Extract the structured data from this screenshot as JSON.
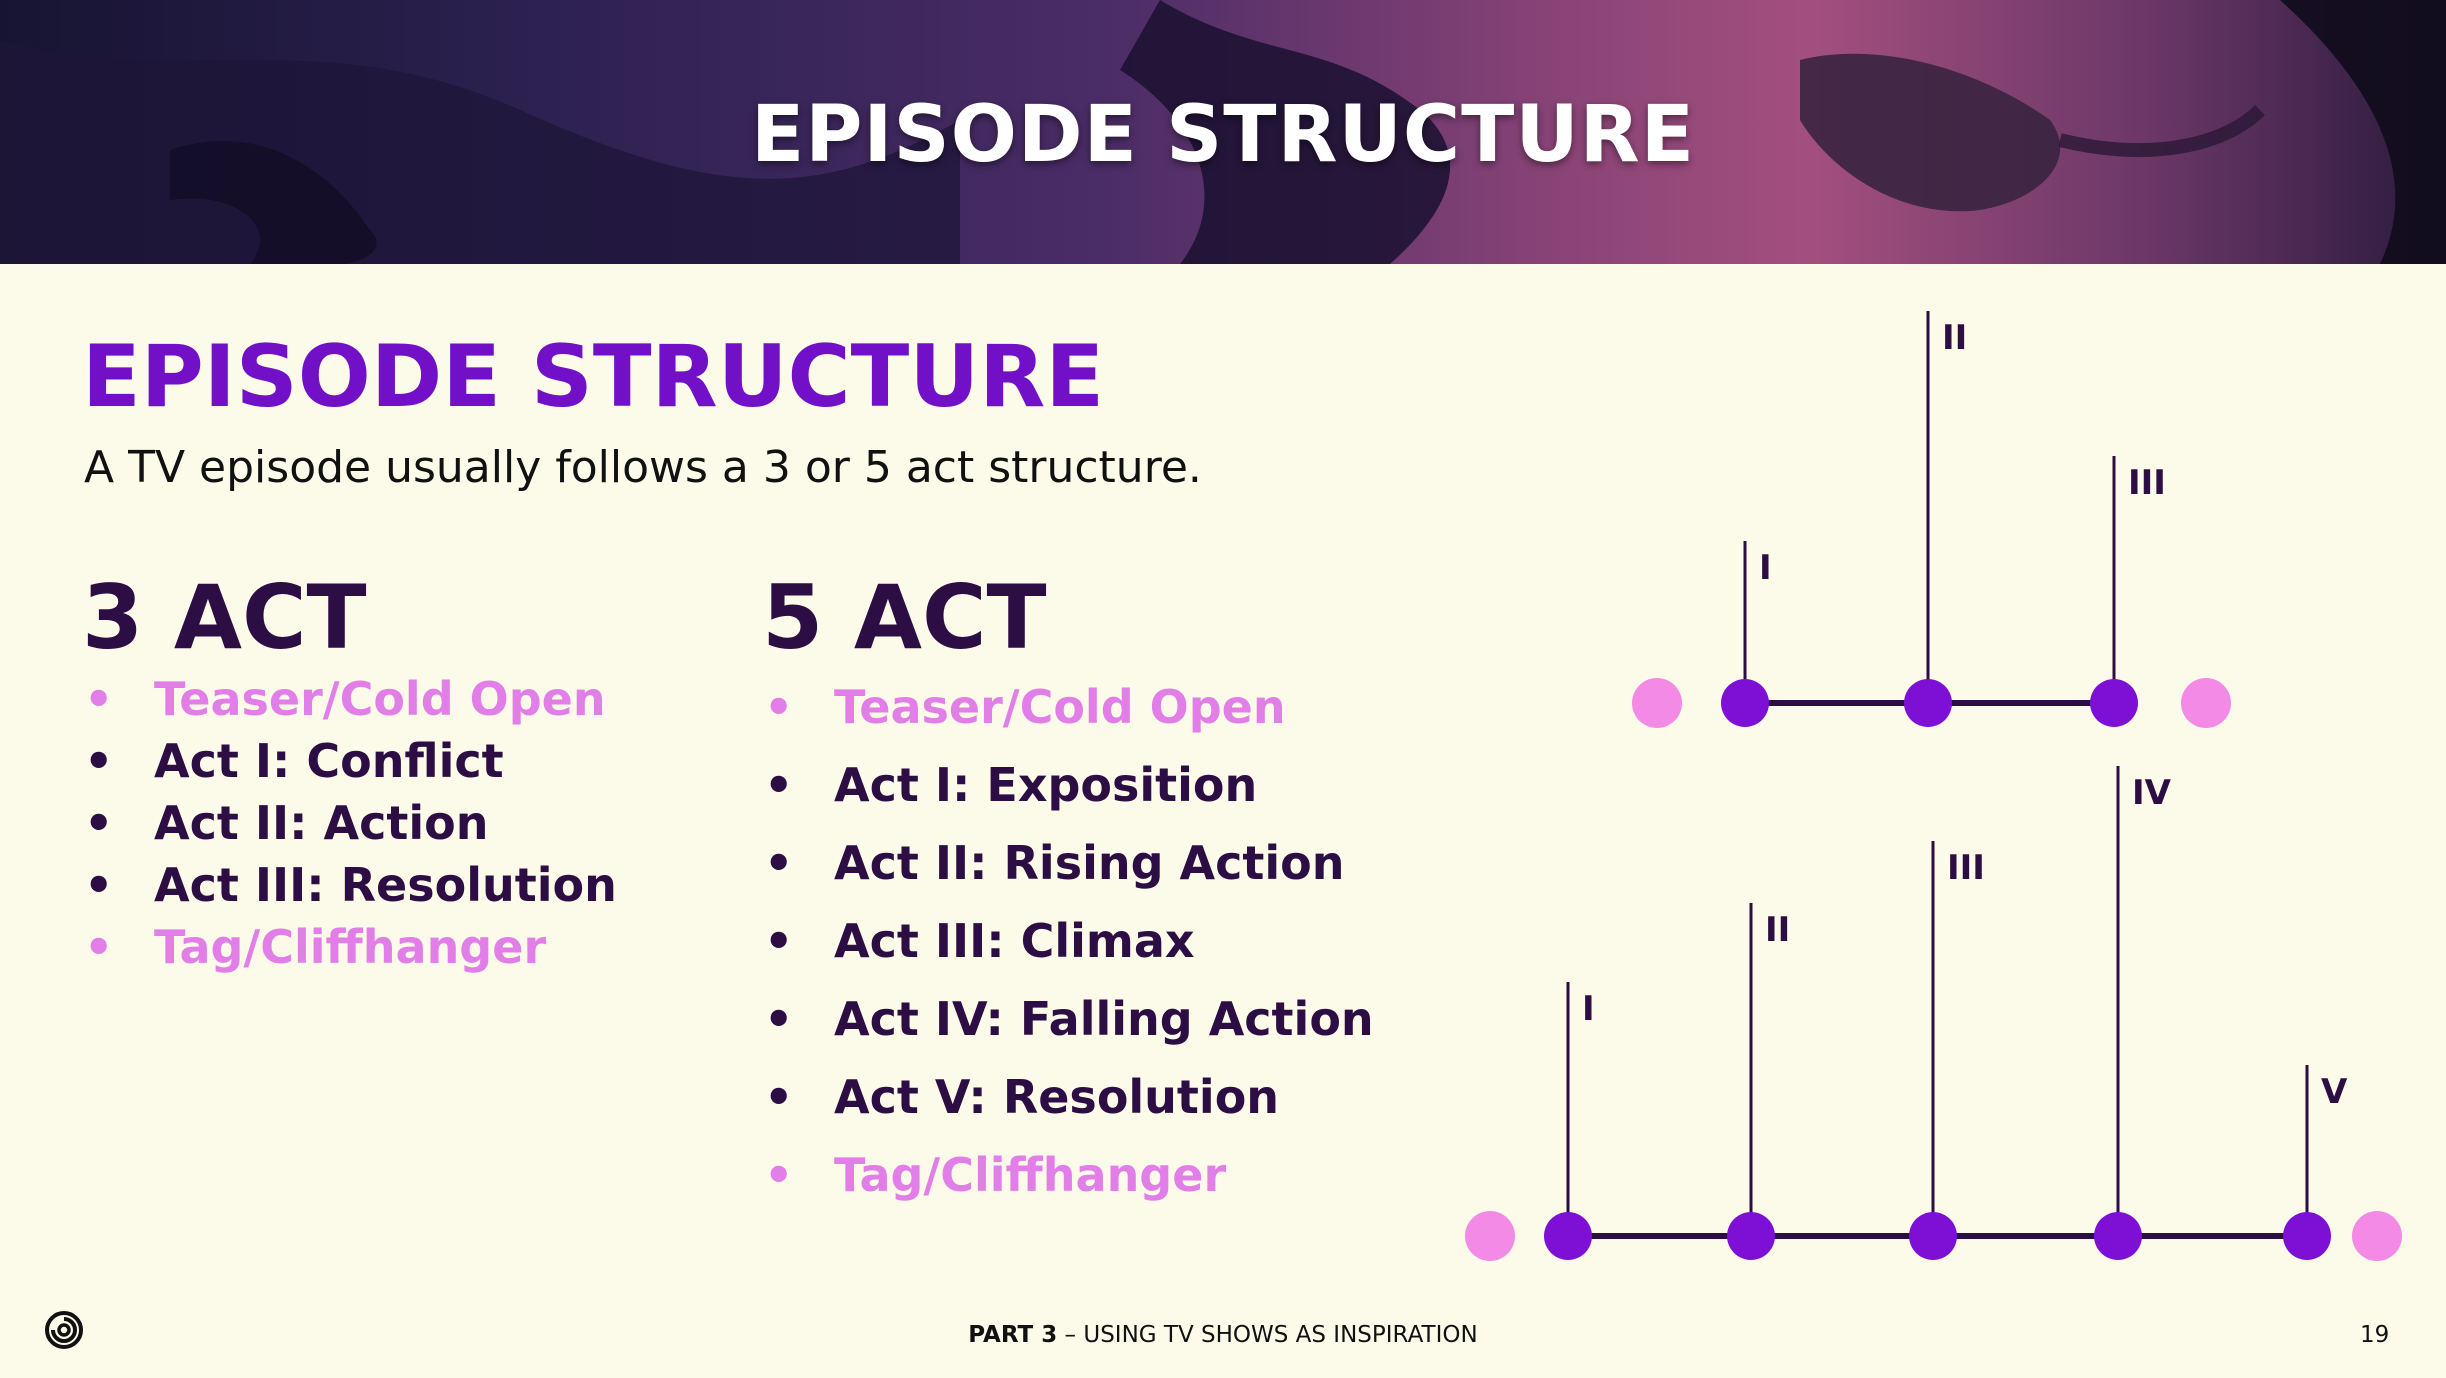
{
  "banner": {
    "title": "EPISODE STRUCTURE"
  },
  "main": {
    "heading": "EPISODE STRUCTURE",
    "subtitle": "A TV episode usually follows a 3 or 5 act structure."
  },
  "three_act": {
    "title": "3 ACT",
    "items": [
      {
        "label": "Teaser/Cold Open",
        "style": "light"
      },
      {
        "label": "Act I: Conflict",
        "style": "dark"
      },
      {
        "label": "Act II: Action",
        "style": "dark"
      },
      {
        "label": "Act III: Resolution",
        "style": "dark"
      },
      {
        "label": "Tag/Cliffhanger",
        "style": "light"
      }
    ]
  },
  "five_act": {
    "title": "5 ACT",
    "items": [
      {
        "label": "Teaser/Cold Open",
        "style": "light"
      },
      {
        "label": "Act I: Exposition",
        "style": "dark"
      },
      {
        "label": "Act II: Rising Action",
        "style": "dark"
      },
      {
        "label": "Act III: Climax",
        "style": "dark"
      },
      {
        "label": "Act IV: Falling Action",
        "style": "dark"
      },
      {
        "label": "Act V: Resolution",
        "style": "dark"
      },
      {
        "label": "Tag/Cliffhanger",
        "style": "light"
      }
    ]
  },
  "diagram": {
    "three_act_labels": [
      "I",
      "II",
      "III"
    ],
    "five_act_labels": [
      "I",
      "II",
      "III",
      "IV",
      "V"
    ],
    "act_marker_color": "#7d10d4",
    "bookend_marker_color": "#f28ae6",
    "line_color": "#2c0d44"
  },
  "footer": {
    "part_label": "PART 3",
    "part_title": " – USING TV SHOWS AS INSPIRATION",
    "page_number": "19",
    "logo_icon": "ubisoft-swirl-icon"
  }
}
